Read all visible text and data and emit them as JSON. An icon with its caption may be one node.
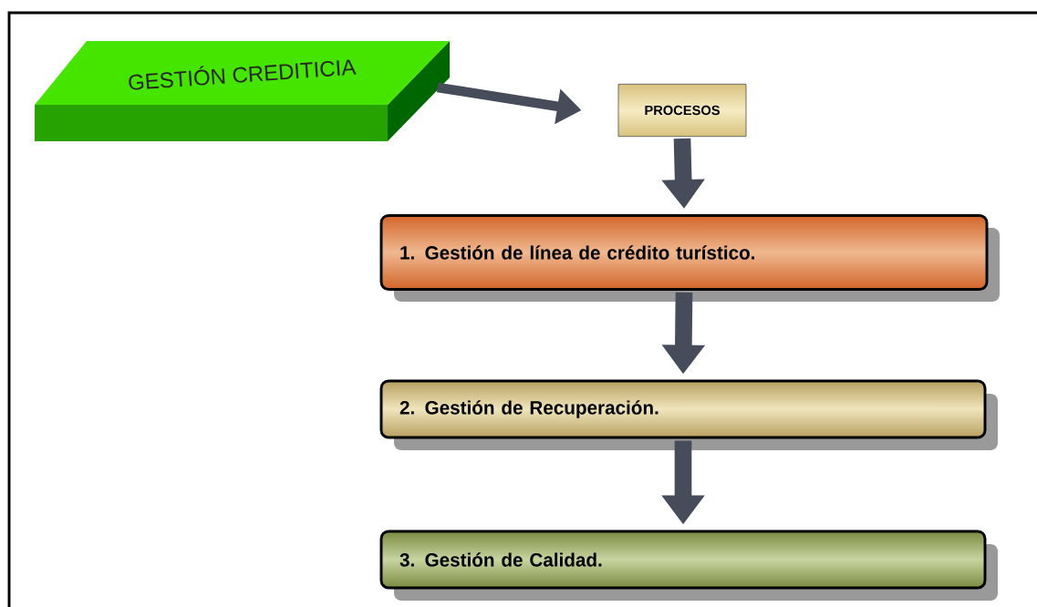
{
  "diagram": {
    "nodes": [
      {
        "text": [
          "GESTIÓN CREDITICIA"
        ]
      },
      {
        "text": [
          "PROCESOS"
        ]
      },
      {
        "text": [
          "1. Gestión de línea de crédito turístico."
        ]
      },
      {
        "text": [
          "2. Gestión de Recuperación."
        ]
      },
      {
        "text": [
          "3. Gestión de Calidad."
        ]
      }
    ],
    "edges": [
      {
        "from": 0,
        "to": 1,
        "arrow": "to"
      },
      {
        "from": 1,
        "to": 2,
        "arrow": "to"
      },
      {
        "from": 2,
        "to": 3,
        "arrow": "to"
      },
      {
        "from": 3,
        "to": 4,
        "arrow": "to"
      }
    ]
  }
}
